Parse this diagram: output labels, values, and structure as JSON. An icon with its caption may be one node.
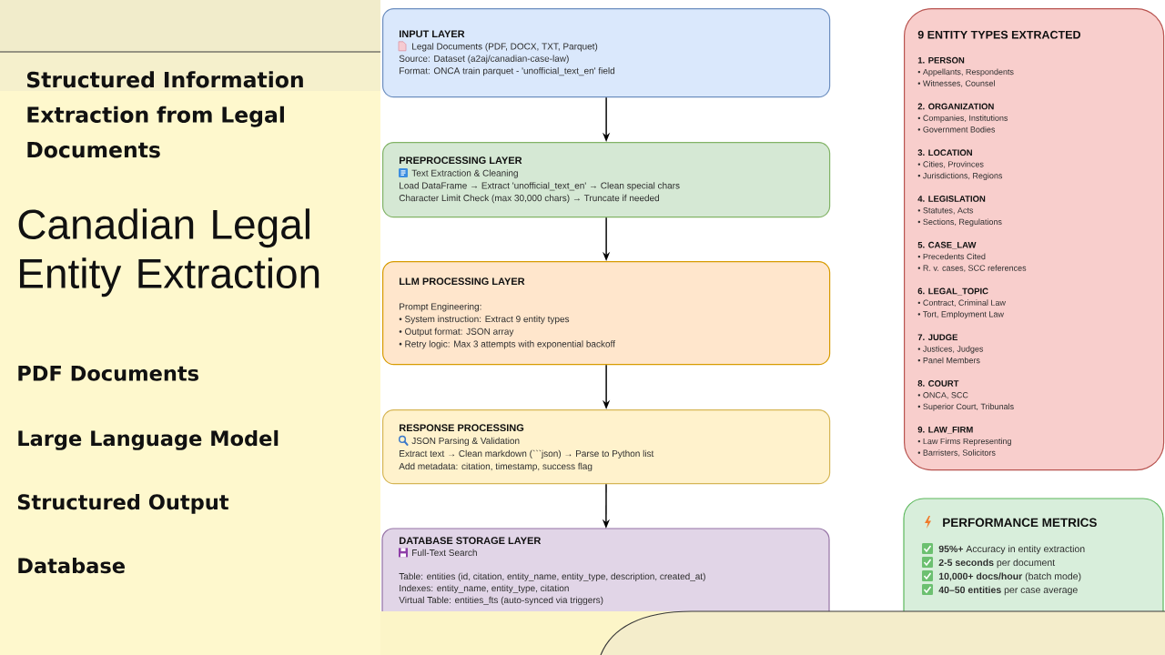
{
  "diagram": {
    "title": "Canadian Legal Entity Extraction",
    "nodes": [
      {
        "text": [
          "INPUT LAYER",
          "Legal Documents (PDF, DOCX, TXT, Parquet)",
          "Source: Dataset (a2aj/canadian-case-law)",
          "Format: ONCA train parquet - 'unofficial_text_en' field"
        ]
      },
      {
        "text": [
          "PREPROCESSING LAYER",
          "Text Extraction & Cleaning",
          "Load DataFrame → Extract 'unofficial_text_en' → Clean special chars",
          "Character Limit Check (max 30,000 chars) → Truncate if needed"
        ]
      },
      {
        "text": [
          "LLM PROCESSING LAYER",
          "Prompt Engineering:",
          "• System instruction: Extract 9 entity types",
          "• Output format: JSON array",
          "• Retry logic: Max 3 attempts with exponential backoff"
        ]
      },
      {
        "text": [
          "RESPONSE PROCESSING",
          "JSON Parsing & Validation",
          "Extract text → Clean markdown (```json) → Parse to Python list",
          "Add metadata: citation, timestamp, success flag"
        ]
      },
      {
        "text": [
          "DATABASE STORAGE LAYER",
          "Full-Text Search",
          "Table: entities (id, citation, entity_name, entity_type, description, created_at)",
          "Indexes: entity_name, entity_type, citation",
          "Virtual Table: entities_fts (auto-synced via triggers)"
        ]
      },
      {
        "text": [
          "9 ENTITY TYPES EXTRACTED",
          "1. PERSON",
          "• Appellants, Respondents",
          "• Witnesses, Counsel",
          "2. ORGANIZATION",
          "• Companies, Institutions",
          "• Government Bodies",
          "3. LOCATION",
          "• Cities, Provinces",
          "• Jurisdictions, Regions",
          "4. LEGISLATION",
          "• Statutes, Acts",
          "• Sections, Regulations",
          "5. CASE_LAW",
          "• Precedents Cited",
          "• R. v. cases, SCC references",
          "6. LEGAL_TOPIC",
          "• Contract, Criminal Law",
          "• Tort, Employment Law",
          "7. JUDGE",
          "• Justices, Judges",
          "• Panel Members",
          "8. COURT",
          "• ONCA, SCC",
          "• Superior Court, Tribunals",
          "9. LAW_FIRM",
          "• Law Firms Representing",
          "• Barristers, Solicitors"
        ]
      },
      {
        "text": [
          "PERFORMANCE METRICS",
          "**95%+** Accuracy in entity extraction",
          "**2-5 seconds** per document",
          "**10,000+ docs/hour** (batch mode)",
          "**40–50 entities** per case average"
        ]
      }
    ],
    "edges": [
      {
        "from": 0,
        "to": 1,
        "arrow": "to"
      },
      {
        "from": 1,
        "to": 2,
        "arrow": "to"
      },
      {
        "from": 2,
        "to": 3,
        "arrow": "to"
      },
      {
        "from": 3,
        "to": 4,
        "arrow": "to"
      }
    ],
    "labels": [
      "Structured Information Extraction from Legal Documents",
      "PDF Documents",
      "Large Language Model",
      "Structured Output",
      "Database"
    ]
  }
}
